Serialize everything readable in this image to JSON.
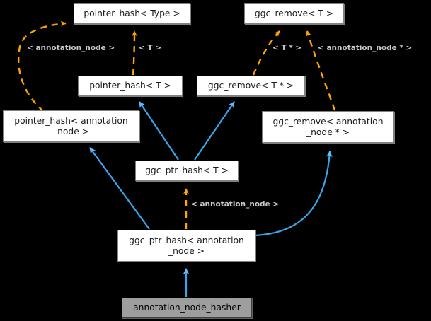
{
  "diagram": {
    "type": "inheritance-graph",
    "background_color": "#000000",
    "node_fill": "#ffffff",
    "node_highlight_fill": "#9e9e9e",
    "inheritance_edge_color": "#63b8ff",
    "template_edge_color": "#ffa500",
    "edge_label_color": "#c9c9c9",
    "nodes": [
      {
        "id": "pointer_hash_Type",
        "label": "pointer_hash< Type >",
        "highlight": false
      },
      {
        "id": "ggc_remove_T",
        "label": "ggc_remove< T >",
        "highlight": false
      },
      {
        "id": "pointer_hash_T",
        "label": "pointer_hash< T >",
        "highlight": false
      },
      {
        "id": "ggc_remove_Tptr",
        "label": "ggc_remove< T * >",
        "highlight": false
      },
      {
        "id": "pointer_hash_annot",
        "label": "pointer_hash< annotation\n_node >",
        "highlight": false
      },
      {
        "id": "ggc_remove_annot_ptr",
        "label": "ggc_remove< annotation\n_node * >",
        "highlight": false
      },
      {
        "id": "ggc_ptr_hash_T",
        "label": "ggc_ptr_hash< T >",
        "highlight": false
      },
      {
        "id": "ggc_ptr_hash_annot",
        "label": "ggc_ptr_hash< annotation\n_node >",
        "highlight": false
      },
      {
        "id": "annotation_node_hasher",
        "label": "annotation_node_hasher",
        "highlight": true
      }
    ],
    "edge_labels": [
      {
        "id": "lbl_annotation_node_left",
        "text": "< annotation_node >"
      },
      {
        "id": "lbl_T",
        "text": "< T >"
      },
      {
        "id": "lbl_Tptr",
        "text": "< T * >"
      },
      {
        "id": "lbl_annotation_node_ptr",
        "text": "< annotation_node * >"
      },
      {
        "id": "lbl_annotation_node_mid",
        "text": "< annotation_node >"
      }
    ],
    "edges": [
      {
        "from": "pointer_hash_annot",
        "to": "pointer_hash_Type",
        "kind": "template",
        "label": "< annotation_node >"
      },
      {
        "from": "pointer_hash_T",
        "to": "pointer_hash_Type",
        "kind": "template",
        "label": "< T >"
      },
      {
        "from": "ggc_remove_Tptr",
        "to": "ggc_remove_T",
        "kind": "template",
        "label": "< T * >"
      },
      {
        "from": "ggc_remove_annot_ptr",
        "to": "ggc_remove_T",
        "kind": "template",
        "label": "< annotation_node * >"
      },
      {
        "from": "ggc_ptr_hash_annot",
        "to": "ggc_ptr_hash_T",
        "kind": "template",
        "label": "< annotation_node >"
      },
      {
        "from": "ggc_ptr_hash_T",
        "to": "pointer_hash_T",
        "kind": "inheritance",
        "label": ""
      },
      {
        "from": "ggc_ptr_hash_T",
        "to": "ggc_remove_Tptr",
        "kind": "inheritance",
        "label": ""
      },
      {
        "from": "ggc_ptr_hash_annot",
        "to": "pointer_hash_annot",
        "kind": "inheritance",
        "label": ""
      },
      {
        "from": "ggc_ptr_hash_annot",
        "to": "ggc_remove_annot_ptr",
        "kind": "inheritance",
        "label": ""
      },
      {
        "from": "annotation_node_hasher",
        "to": "ggc_ptr_hash_annot",
        "kind": "inheritance",
        "label": ""
      }
    ]
  }
}
